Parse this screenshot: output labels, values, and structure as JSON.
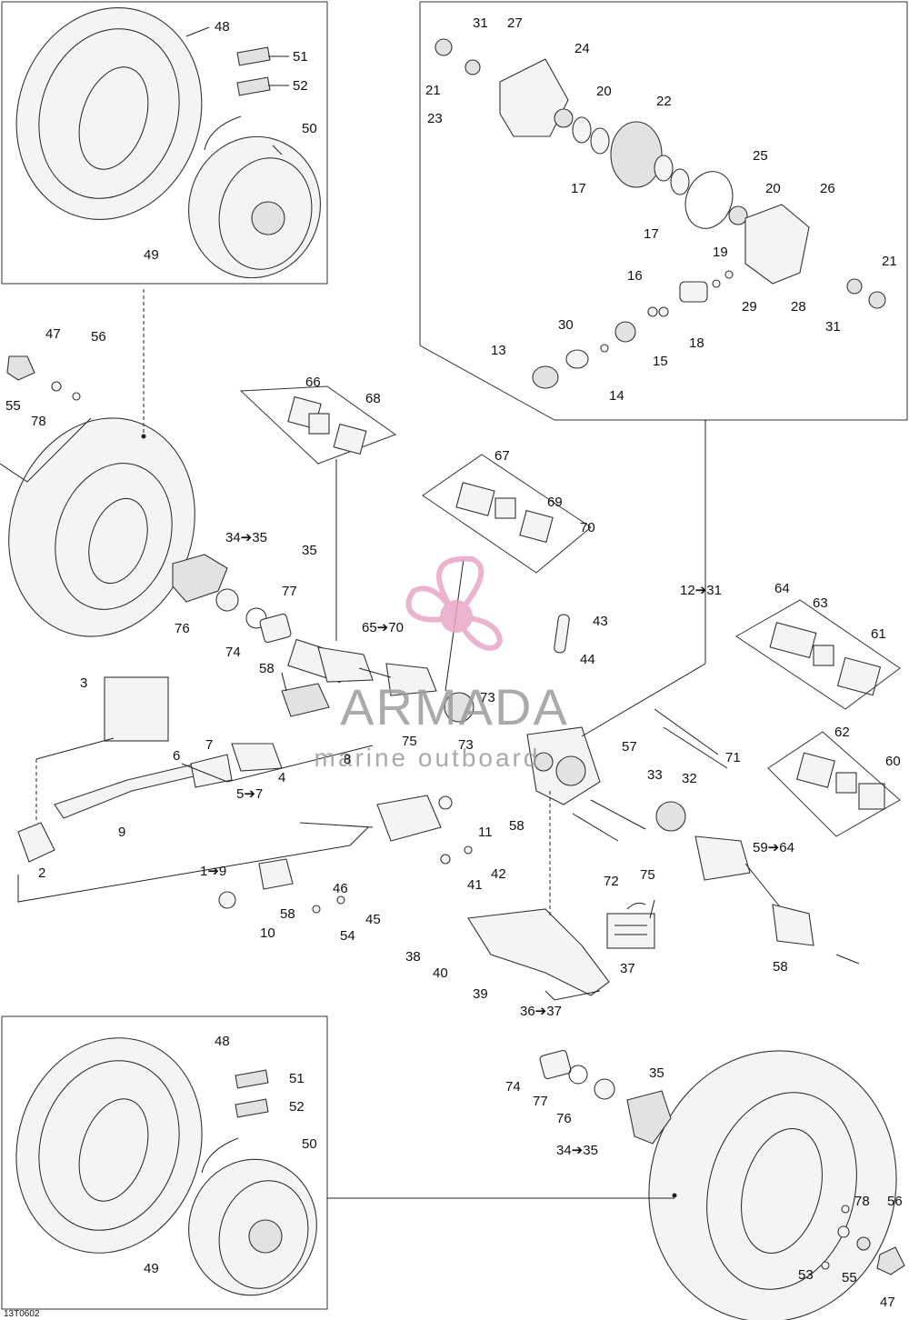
{
  "diagram": {
    "reference_code": "13T0602",
    "watermark": {
      "brand": "ARMADA",
      "tagline": "marine outboard",
      "brand_color": "#e8a6c6",
      "text_color": "#9c9c9c"
    },
    "callouts": {
      "c1": "48",
      "c2": "51",
      "c3": "52",
      "c4": "50",
      "c5": "49",
      "c6": "31",
      "c7": "27",
      "c8": "24",
      "c9": "21",
      "c10": "23",
      "c11": "20",
      "c12": "22",
      "c13": "17",
      "c14": "17",
      "c15": "25",
      "c16": "20",
      "c17": "26",
      "c18": "19",
      "c19": "16",
      "c20": "21",
      "c21": "29",
      "c22": "28",
      "c23": "31",
      "c24": "30",
      "c25": "18",
      "c26": "13",
      "c27": "15",
      "c28": "14",
      "c29": "47",
      "c30": "56",
      "c31": "55",
      "c32": "78",
      "c33": "66",
      "c34": "68",
      "c35": "67",
      "c36": "69",
      "c37": "70",
      "c38": "34➔35",
      "c39": "35",
      "c40": "77",
      "c41": "76",
      "c42": "74",
      "c43": "58",
      "c44": "65➔70",
      "c45": "43",
      "c46": "44",
      "c47": "12➔31",
      "c48": "64",
      "c49": "63",
      "c50": "61",
      "c51": "3",
      "c52": "73",
      "c53": "75",
      "c54": "73",
      "c55": "8",
      "c56": "7",
      "c57": "6",
      "c58": "4",
      "c59": "5➔7",
      "c60": "57",
      "c61": "71",
      "c62": "33",
      "c63": "32",
      "c64": "62",
      "c65": "60",
      "c66": "9",
      "c67": "2",
      "c68": "1➔9",
      "c69": "11",
      "c70": "58",
      "c71": "42",
      "c72": "41",
      "c73": "72",
      "c74": "75",
      "c75": "59➔64",
      "c76": "46",
      "c77": "45",
      "c78": "58",
      "c79": "54",
      "c80": "10",
      "c81": "38",
      "c82": "40",
      "c83": "39",
      "c84": "37",
      "c85": "36➔37",
      "c86": "58",
      "c87": "48",
      "c88": "51",
      "c89": "52",
      "c90": "50",
      "c91": "49",
      "c92": "74",
      "c93": "35",
      "c94": "77",
      "c95": "76",
      "c96": "34➔35",
      "c97": "78",
      "c98": "56",
      "c99": "53",
      "c100": "55",
      "c101": "47"
    }
  }
}
